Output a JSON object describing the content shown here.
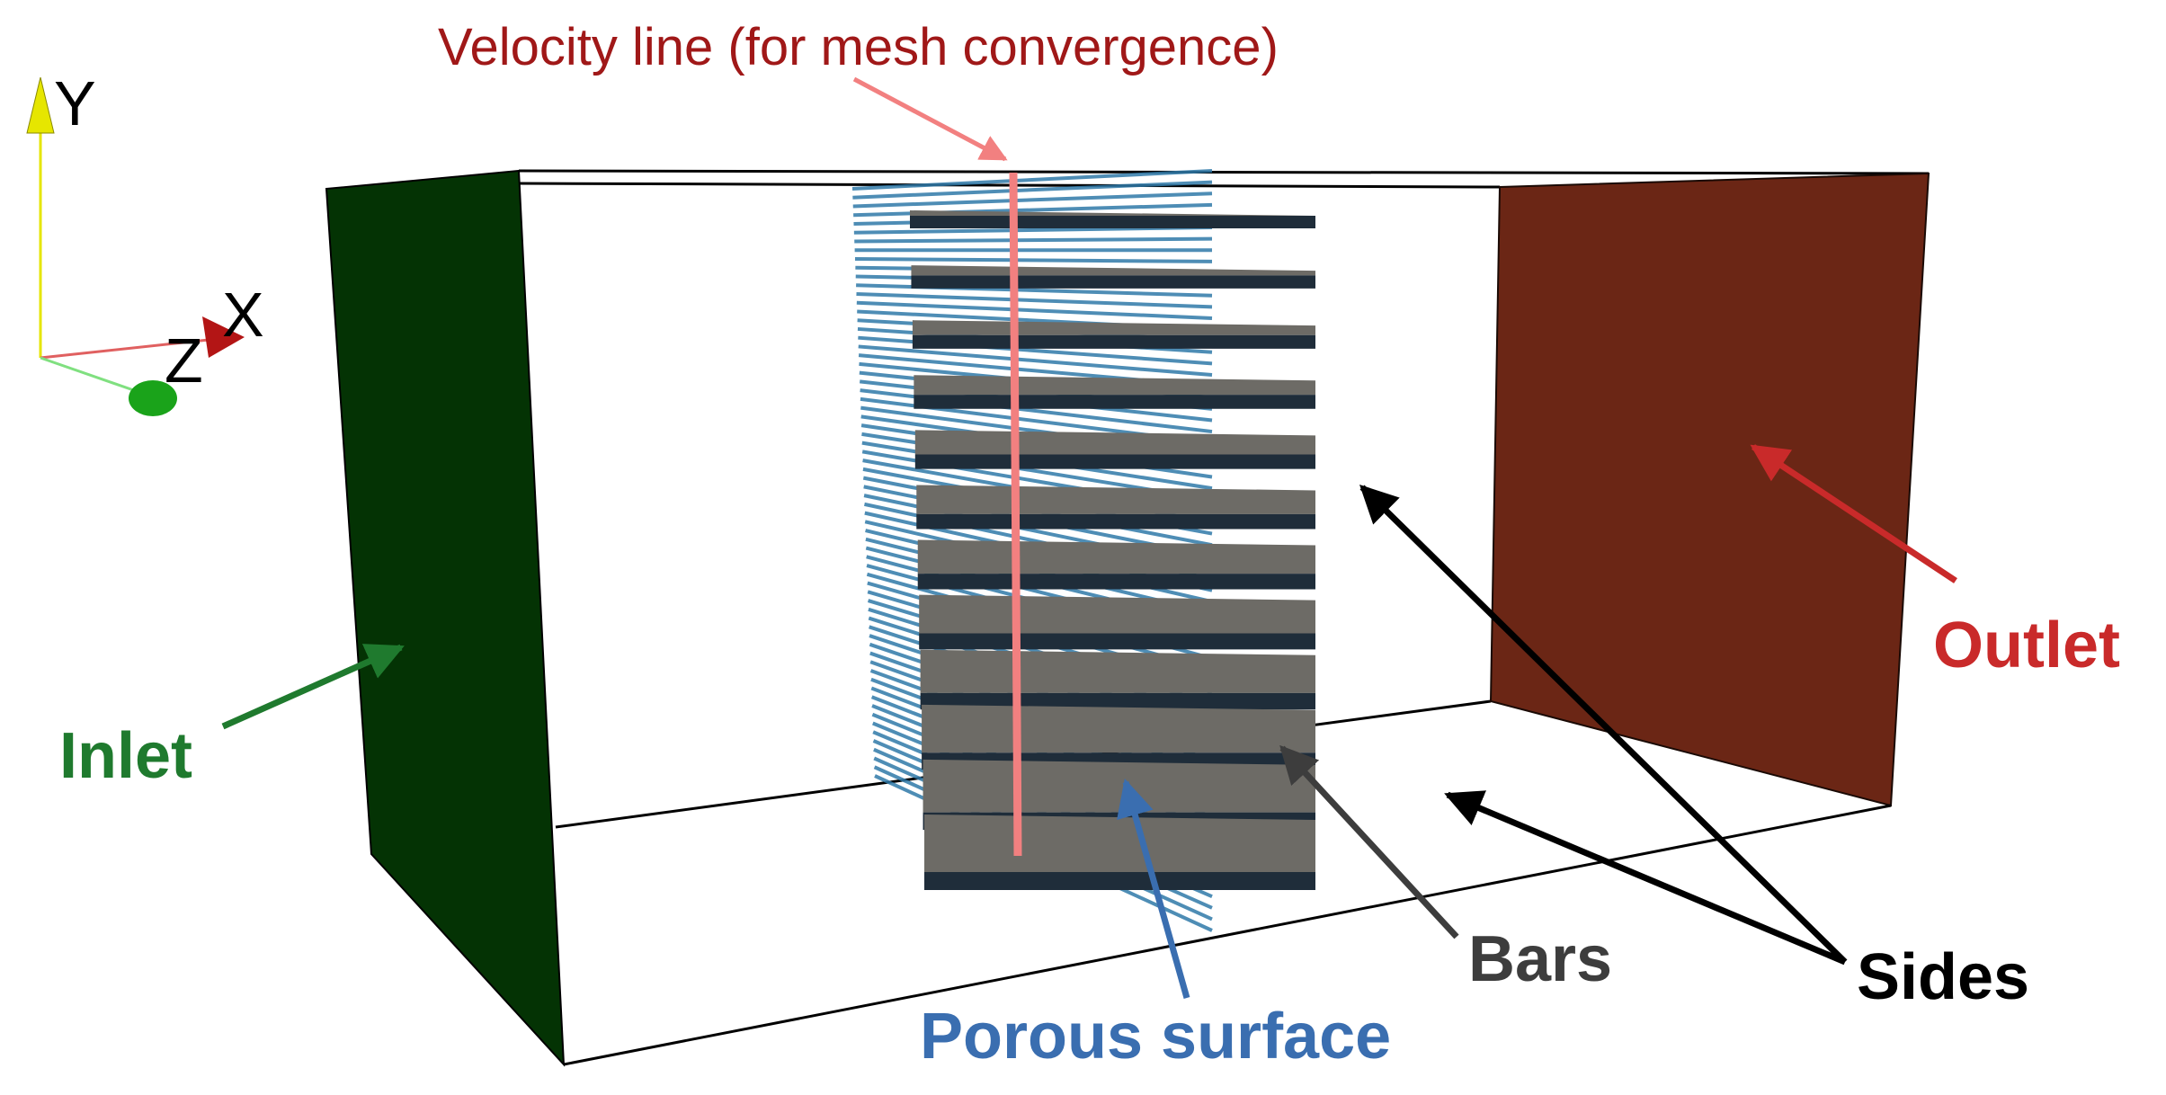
{
  "labels": {
    "velocity_line": "Velocity line (for mesh convergence)",
    "inlet": "Inlet",
    "outlet": "Outlet",
    "bars": "Bars",
    "sides": "Sides",
    "porous_surface": "Porous surface"
  },
  "axes": {
    "x": "X",
    "y": "Y",
    "z": "Z"
  },
  "bar_count": 12,
  "colors": {
    "inlet_face": "#043304",
    "outlet_face": "#6b2615",
    "porous_surface": "#2f79a8",
    "bar_top": "#6d6b66",
    "bar_front": "#1f2d3a",
    "velocity_line": "#f28080",
    "velocity_label": "#a01818",
    "inlet_label": "#1f7a2e",
    "outlet_label": "#c92a2a",
    "bars_label": "#3d3d3d",
    "sides_label": "#000000",
    "porous_label": "#3a6eb0",
    "axis_x": "#b31515",
    "axis_y": "#e6e600",
    "axis_z": "#1aa31a"
  }
}
